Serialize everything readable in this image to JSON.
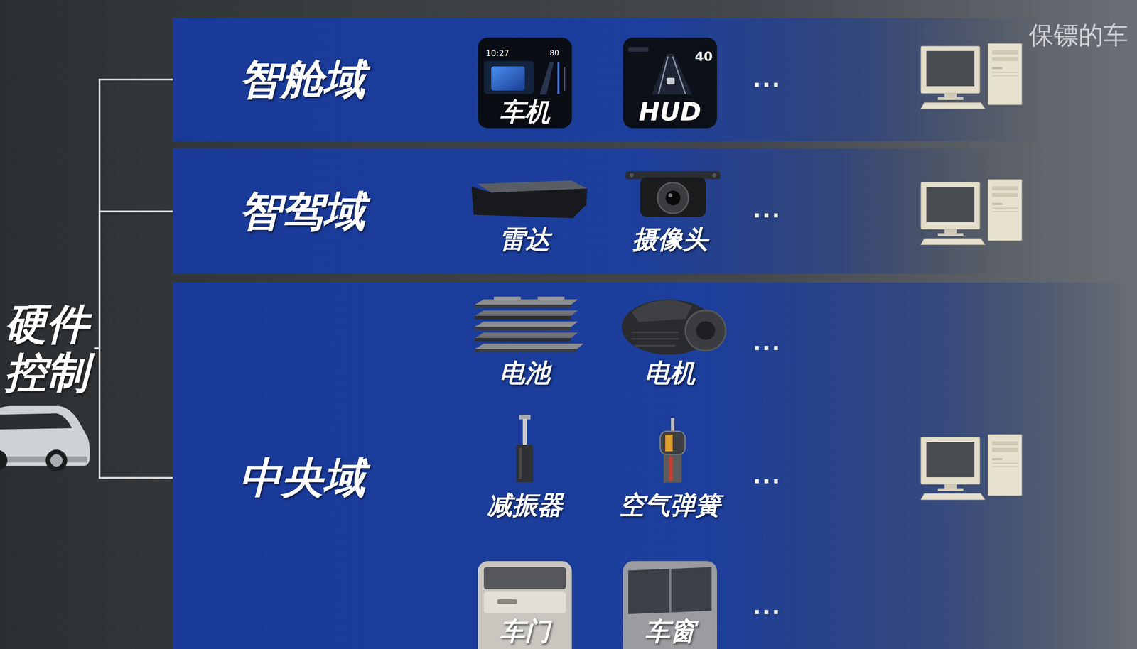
{
  "diagram": {
    "nodes": [
      {
        "text": [
          "硬件控制"
        ]
      },
      {
        "text": [
          "智舱域"
        ]
      },
      {
        "text": [
          "车机"
        ],
        "in": 1
      },
      {
        "text": [
          "HUD"
        ],
        "in": 1
      },
      {
        "text": [
          "智驾域"
        ]
      },
      {
        "text": [
          "雷达"
        ],
        "in": 4
      },
      {
        "text": [
          "摄像头"
        ],
        "in": 4
      },
      {
        "text": [
          "中央域"
        ]
      },
      {
        "text": [
          "电池"
        ],
        "in": 7
      },
      {
        "text": [
          "电机"
        ],
        "in": 7
      },
      {
        "text": [
          "减振器"
        ],
        "in": 7
      },
      {
        "text": [
          "空气弹簧"
        ],
        "in": 7
      },
      {
        "text": [
          "车门"
        ],
        "in": 7
      },
      {
        "text": [
          "车窗"
        ],
        "in": 7
      }
    ],
    "edges": [
      {
        "from": 0,
        "to": 1,
        "arrow": "none"
      },
      {
        "from": 0,
        "to": 4,
        "arrow": "none"
      },
      {
        "from": 0,
        "to": 7,
        "arrow": "none"
      }
    ],
    "labels": [
      "10:27",
      "80",
      "40",
      "...",
      "...",
      "...",
      "...",
      "...",
      "保镖的车"
    ]
  }
}
